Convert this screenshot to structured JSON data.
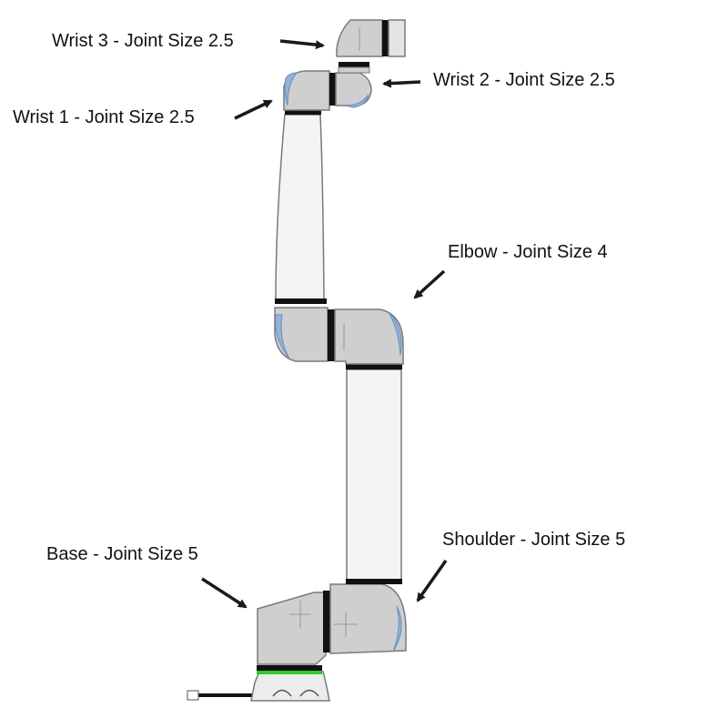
{
  "labels": {
    "wrist3": "Wrist 3 - Joint Size 2.5",
    "wrist2": "Wrist 2 - Joint Size 2.5",
    "wrist1": "Wrist 1 - Joint Size 2.5",
    "elbow": "Elbow - Joint Size 4",
    "shoulder": "Shoulder - Joint Size 5",
    "base": "Base - Joint Size 5"
  },
  "colors": {
    "joint_gray": "#cfcfcf",
    "tube_white": "#f4f4f4",
    "outline": "#7a7a7a",
    "band_black": "#111111",
    "cap_blue": "#8fb3d9",
    "base_green": "#2ecc2e",
    "arrow": "#1a1a1a"
  }
}
